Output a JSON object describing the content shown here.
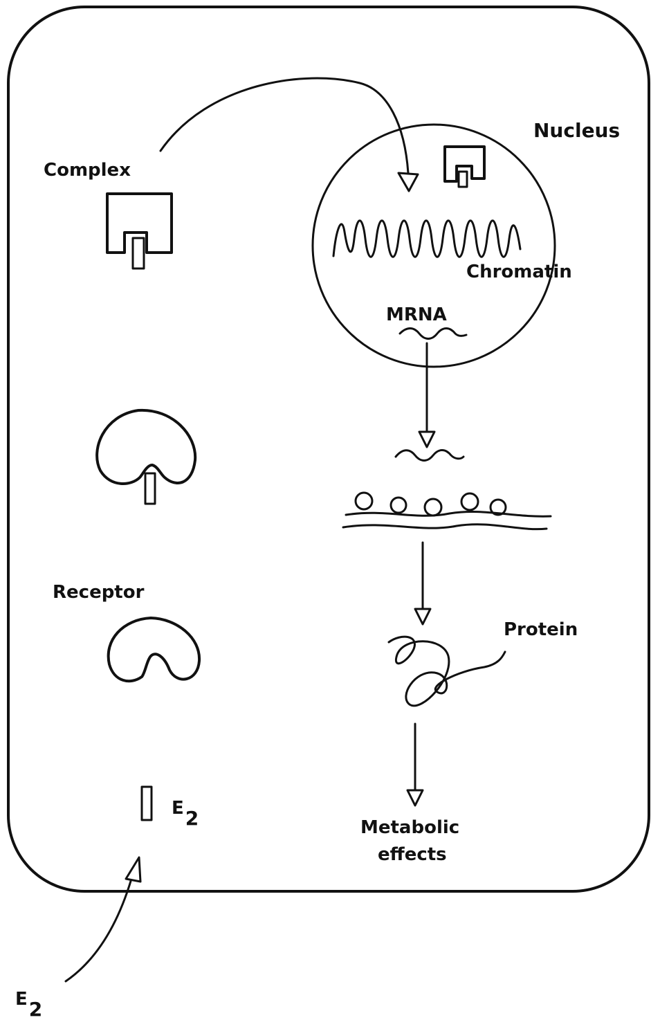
{
  "labels": {
    "complex": "Complex",
    "nucleus": "Nucleus",
    "chromatin": "Chromatin",
    "mrna": "MRNA",
    "receptor": "Receptor",
    "protein": "Protein",
    "metabolic_line1": "Metabolic",
    "metabolic_line2": "effects",
    "e2_inside_base": "E",
    "e2_inside_sub": "2",
    "e2_outside_base": "E",
    "e2_outside_sub": "2"
  }
}
